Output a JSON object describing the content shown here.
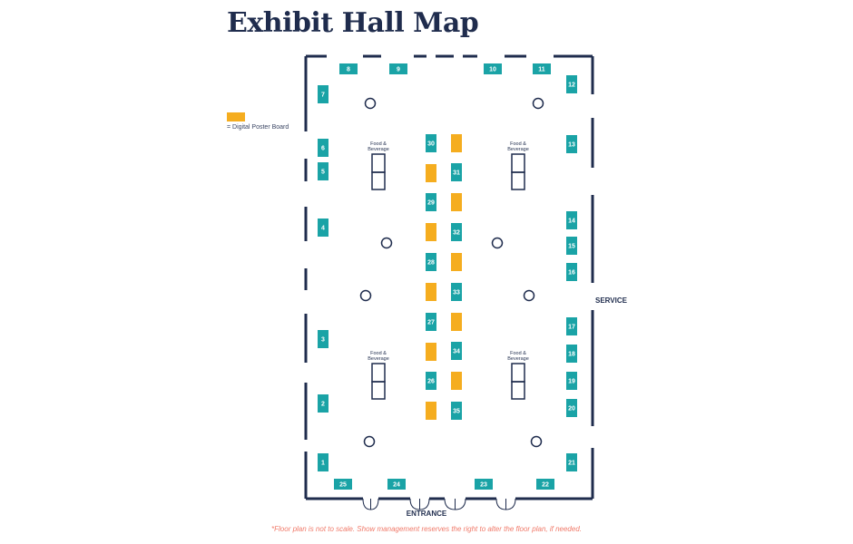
{
  "page": {
    "title": "Exhibit Hall Map",
    "legend_label": "= Digital Poster Board",
    "service_label": "SERVICE",
    "entrance_label": "ENTRANCE",
    "disclaimer": "*Floor plan is not to scale. Show management reserves the right to alter the floor plan, if needed."
  },
  "colors": {
    "booth": "#1aa3a6",
    "poster_board": "#f5ad1f",
    "wall": "#1f2c4d",
    "disclaimer": "#f07a6a"
  },
  "food_stations": [
    "Food &\nBeverage",
    "Food &\nBeverage",
    "Food &\nBeverage",
    "Food &\nBeverage"
  ],
  "booths": [
    "1",
    "2",
    "3",
    "4",
    "5",
    "6",
    "7",
    "8",
    "9",
    "10",
    "11",
    "12",
    "13",
    "14",
    "15",
    "16",
    "17",
    "18",
    "19",
    "20",
    "21",
    "22",
    "23",
    "24",
    "25",
    "26",
    "27",
    "28",
    "29",
    "30",
    "31",
    "32",
    "33",
    "34",
    "35"
  ],
  "poster_board_count": 10
}
